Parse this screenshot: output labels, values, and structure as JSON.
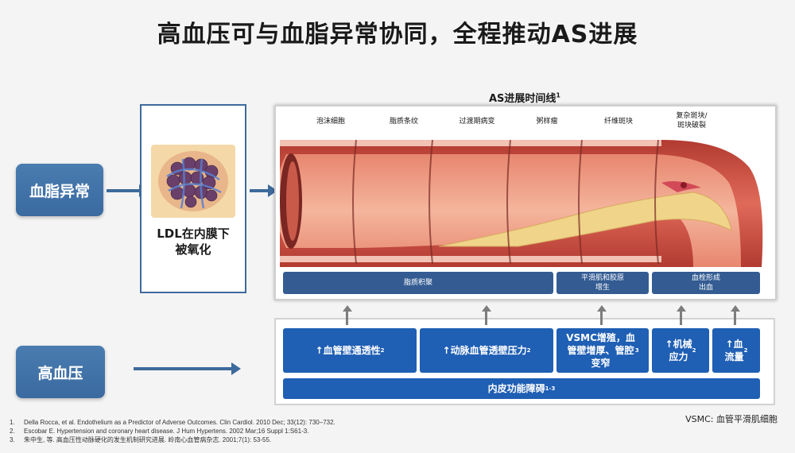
{
  "title": "高血压可与血脂异常协同，全程推动AS进展",
  "left": {
    "dyslipidemia": "血脂异常",
    "hypertension": "高血压",
    "ldl_label_line1": "LDL在内膜下",
    "ldl_label_line2": "被氧化"
  },
  "timeline": {
    "title": "AS进展时间线",
    "title_sup": "1",
    "stages": [
      "泡沫细胞",
      "脂质条纹",
      "过渡期病变",
      "粥样瘤",
      "纤维斑块",
      "复杂斑块/\n斑块破裂"
    ],
    "bars": [
      {
        "label": "脂质积聚"
      },
      {
        "label": "平滑肌和胶原\n增生"
      },
      {
        "label": "血栓形成\n出血"
      }
    ]
  },
  "factors": [
    {
      "label": "↑血管壁通透性",
      "sup": "2"
    },
    {
      "label": "↑动脉血管透壁压力",
      "sup": "2"
    },
    {
      "label": "VSMC增殖，血\n管壁增厚、管腔\n变窄",
      "sup": "3"
    },
    {
      "label": "↑机械\n应力",
      "sup": "2"
    },
    {
      "label": "↑血\n流量",
      "sup": "2"
    }
  ],
  "endothelial": {
    "label": "内皮功能障碍",
    "sup": "1-3"
  },
  "note": "VSMC: 血管平滑肌细胞",
  "references": [
    {
      "num": "1.",
      "text": "Della Rocca, et al. Endothelium as a Predictor of Adverse Outcomes. Clin Cardiol. 2010 Dec; 33(12): 730–732."
    },
    {
      "num": "2.",
      "text": "Escobar E. Hypertension and coronary heart disease. J Hum Hypertens. 2002 Mar;16 Suppl 1:S61-3."
    },
    {
      "num": "3.",
      "text": "朱中生, 等. 高血压性动脉硬化的发生机制研究进展. 岭南心血管病杂志. 2001;7(1): 53-55."
    }
  ],
  "colors": {
    "box_blue": "#3a6aa0",
    "factor_blue": "#1f5fb4",
    "bar_blue": "#345c93",
    "artery_red": "#c8443a",
    "plaque_yellow": "#efd489"
  }
}
